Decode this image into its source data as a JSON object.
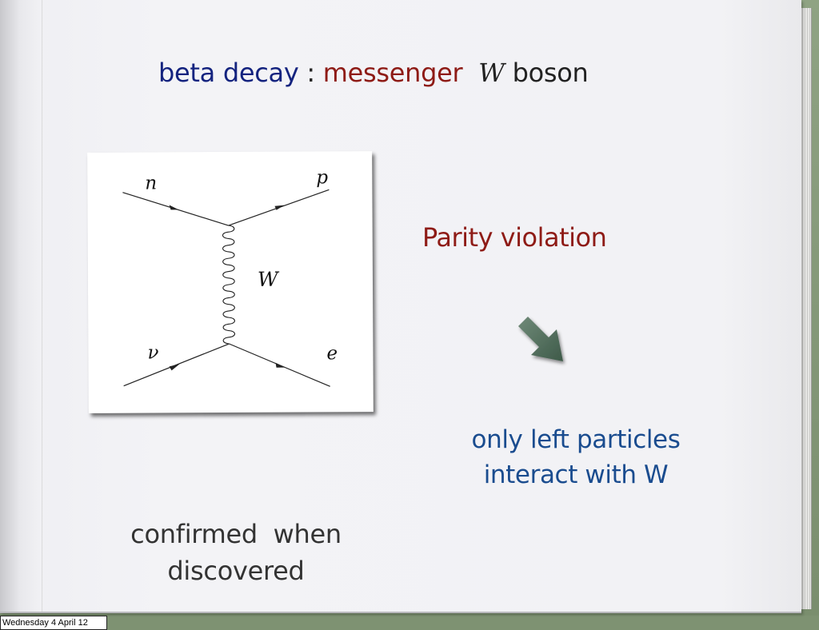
{
  "title": {
    "part1": "beta decay",
    "separator": " : ",
    "part2": "messenger",
    "part3": "W",
    "part4": " boson",
    "colors": {
      "part1": "#14237f",
      "part2": "#8e1b16"
    }
  },
  "diagram": {
    "labels": {
      "n": "n",
      "p": "p",
      "W": "W",
      "nu": "ν",
      "e": "e"
    }
  },
  "parity_text": "Parity violation",
  "arrow_icon": "arrow-down-right-icon",
  "left_particles": {
    "line1": "only left particles",
    "line2": "interact with W"
  },
  "confirmed": {
    "line1": "confirmed  when",
    "line2": "discovered"
  },
  "footer_date": "Wednesday 4 April 12"
}
